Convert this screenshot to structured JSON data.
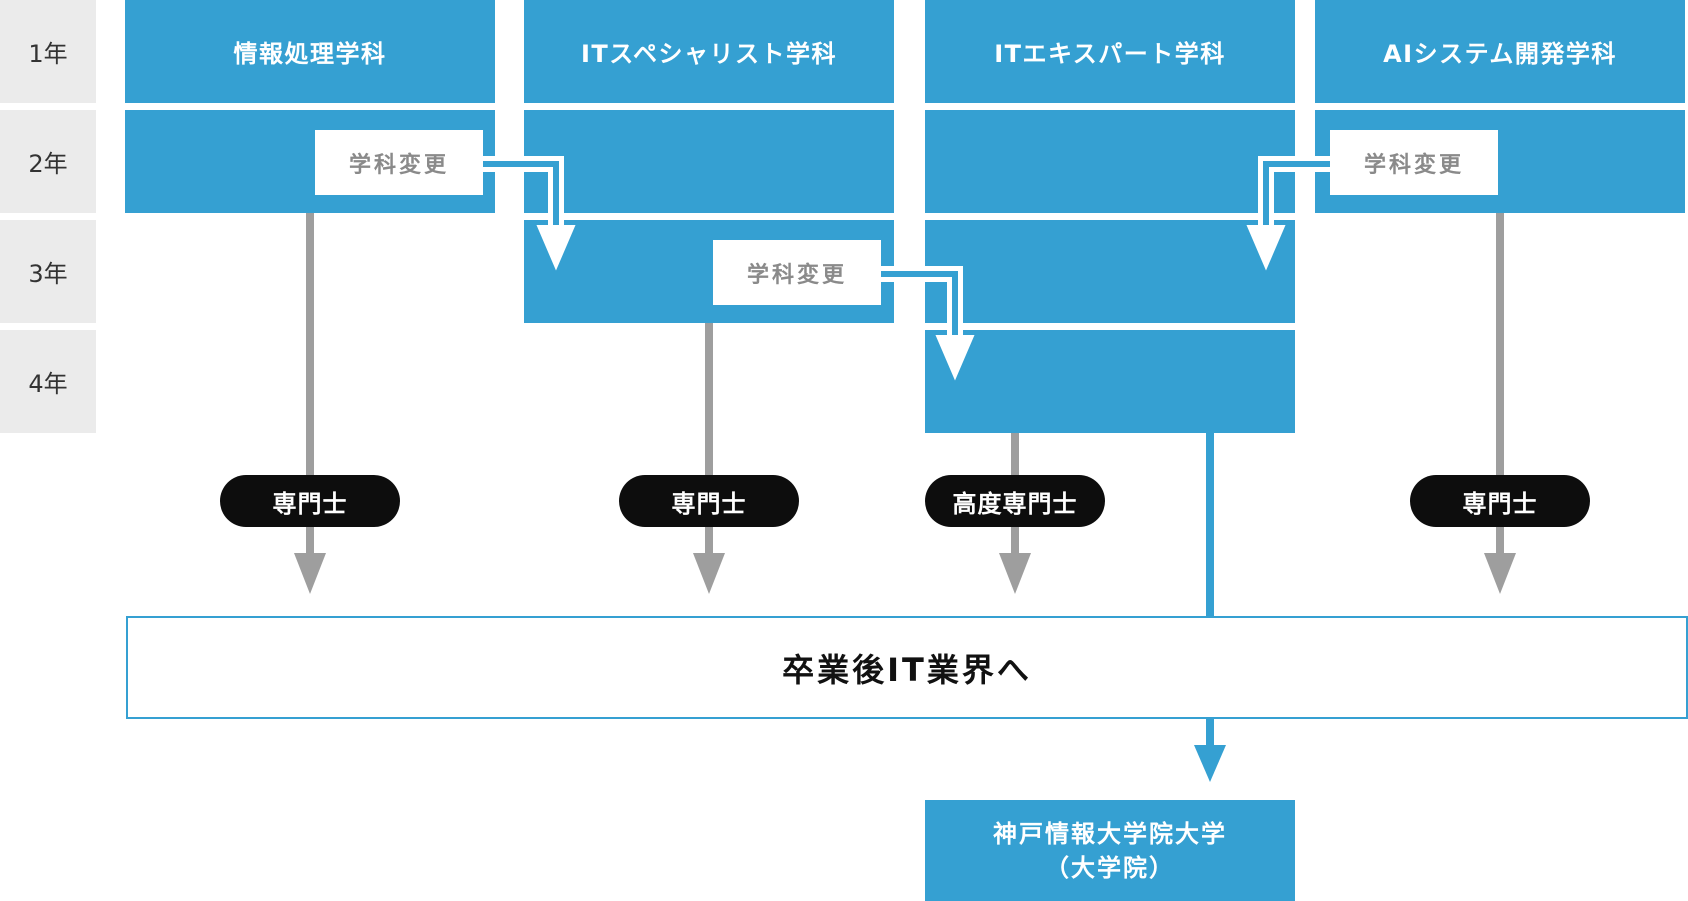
{
  "years": [
    "1年",
    "2年",
    "3年",
    "4年"
  ],
  "departments": {
    "joho": "情報処理学科",
    "specialist": "ITスペシャリスト学科",
    "expert": "ITエキスパート学科",
    "ai": "AIシステム開発学科"
  },
  "change_label": "学科変更",
  "degrees": {
    "senmonshi": "専門士",
    "kodo_senmonshi": "高度専門士"
  },
  "career": "卒業後IT業界へ",
  "graduate_school": {
    "line1": "神戸情報大学院大学",
    "line2": "（大学院）"
  },
  "colors": {
    "blue": "#35a0d2",
    "gray_arrow": "#9e9e9e",
    "year_bg": "#ebebeb",
    "pill": "#0d0d0d"
  }
}
